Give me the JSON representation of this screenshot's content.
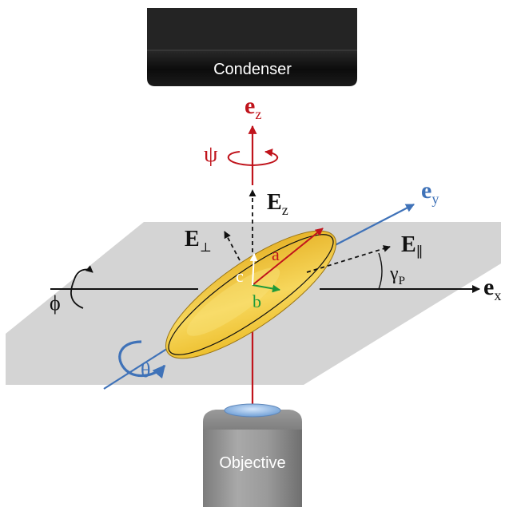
{
  "labels": {
    "condenser": "Condenser",
    "objective": "Objective",
    "ez_main": "e",
    "ez_sub": "z",
    "ey_main": "e",
    "ey_sub": "y",
    "ex_main": "e",
    "ex_sub": "x",
    "Ez_main": "E",
    "Ez_sub": "z",
    "Eperp_main": "E",
    "Eperp_sub": "⊥",
    "Epar_main": "E",
    "Epar_sub": "∥",
    "gamma_main": "γ",
    "gamma_sub": "P",
    "psi": "ψ",
    "phi": "ϕ",
    "theta": "θ",
    "axis_a": "a",
    "axis_b": "b",
    "axis_c": "c"
  },
  "colors": {
    "red": "#c0141c",
    "blue": "#3f72b8",
    "green": "#1f9a3a",
    "gold": "#f1c232",
    "plane": "#d4d4d4",
    "black": "#111111"
  }
}
